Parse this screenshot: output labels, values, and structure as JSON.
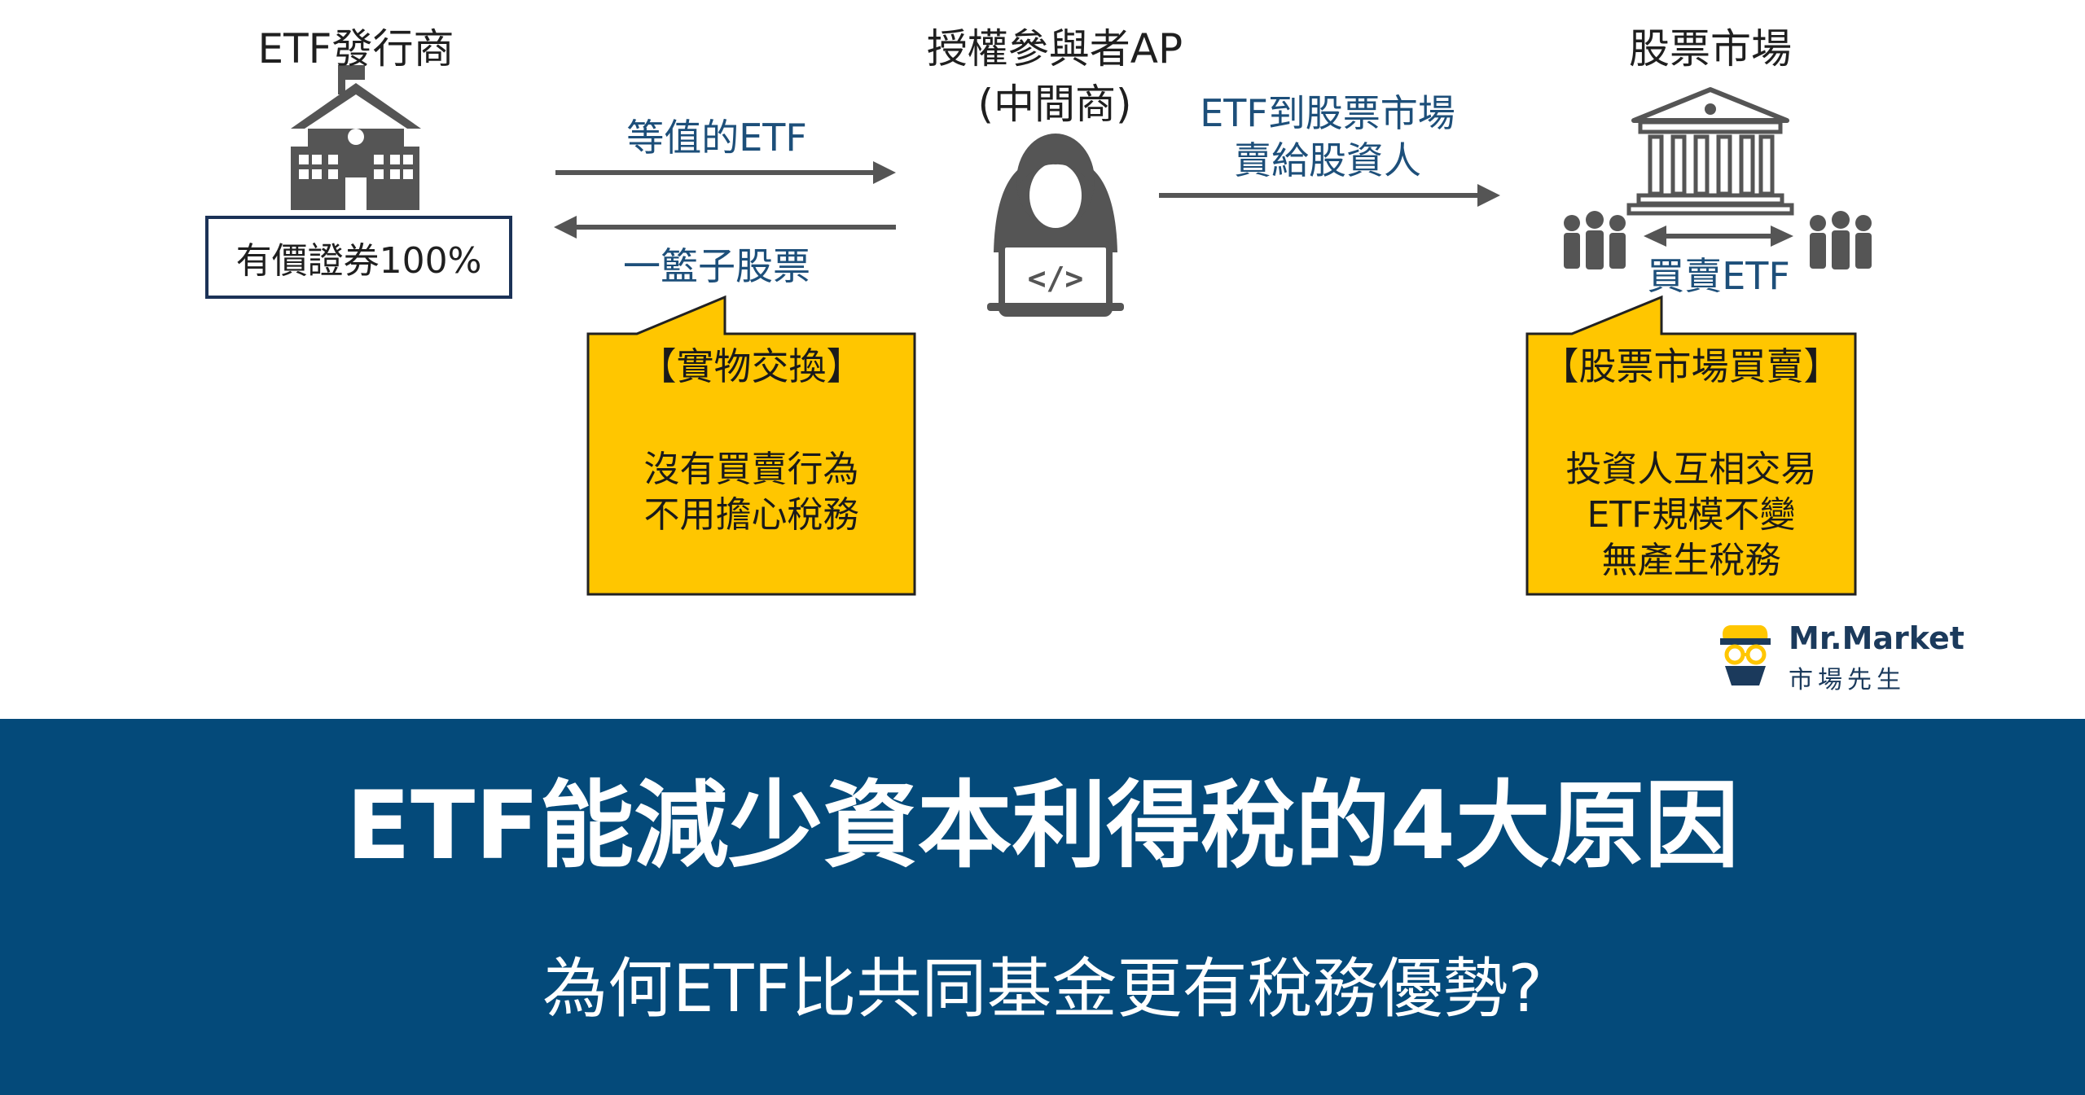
{
  "nodes": {
    "issuer": {
      "title": "ETF發行商",
      "box": "有價證券100%"
    },
    "ap": {
      "title_line1": "授權參與者AP",
      "title_line2": "(中間商)"
    },
    "market": {
      "title": "股票市場"
    }
  },
  "arrows": {
    "to_issuer_label": "等值的ETF",
    "to_ap_label": "一籃子股票",
    "to_market_line1": "ETF到股票市場",
    "to_market_line2": "賣給股資人",
    "trade_label": "買賣ETF"
  },
  "callouts": {
    "left": {
      "title": "【實物交換】",
      "line1": "沒有買賣行為",
      "line2": "不用擔心稅務"
    },
    "right": {
      "title": "【股票市場買賣】",
      "line1": "投資人互相交易",
      "line2": "ETF規模不變",
      "line3": "無產生稅務"
    }
  },
  "brand": {
    "name": "Mr.Market",
    "sub": "市場先生"
  },
  "banner": {
    "title": "ETF能減少資本利得稅的4大原因",
    "subtitle": "為何ETF比共同基金更有稅務優勢?"
  },
  "colors": {
    "navy": "#044a7a",
    "callout": "#ffc600",
    "arrow": "#555555",
    "icon": "#555555"
  }
}
